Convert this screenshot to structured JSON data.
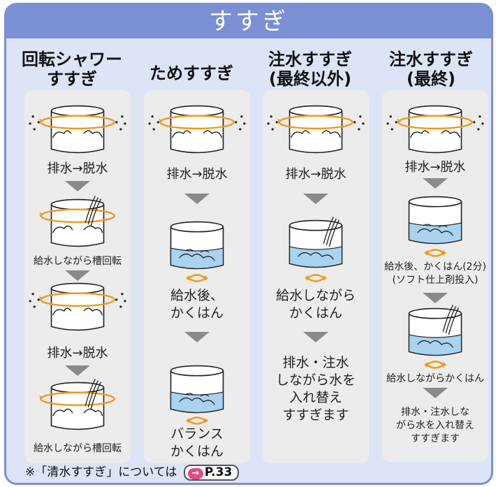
{
  "title": "すすぎ",
  "columns": [
    {
      "heading": [
        "回転シャワー",
        "すすぎ"
      ],
      "steps": [
        "排水→脱水",
        "給水しながら槽回転",
        "排水→脱水",
        "給水しながら槽回転"
      ]
    },
    {
      "heading": [
        "ためすすぎ"
      ],
      "steps": [
        "排水→脱水",
        "給水後、",
        "かくはん",
        "バランス",
        "かくはん"
      ]
    },
    {
      "heading": [
        "注水すすぎ",
        "(最終以外)"
      ],
      "steps": [
        "排水→脱水",
        "給水しながら",
        "かくはん",
        "排水・注水",
        "しながら水を",
        "入れ替え",
        "すすぎます"
      ]
    },
    {
      "heading": [
        "注水すすぎ",
        "(最終)"
      ],
      "steps": [
        "排水→脱水",
        "給水後、かくはん(2分)",
        "(ソフト仕上剤投入)",
        "給水しながらかくはん",
        "排水・注水しな",
        "がら水を入れ替え",
        "すすぎます"
      ]
    }
  ],
  "footnote": {
    "text": "※「清水すすぎ」については",
    "ref_arrow": "→",
    "ref": "P.33"
  },
  "colors": {
    "frame": "#7b8fd0",
    "background": "#dde4f6",
    "column": "#ececec",
    "arrow": "#8a8a8a",
    "rotation": "#f09a1e",
    "water": "#a9d3f0"
  }
}
